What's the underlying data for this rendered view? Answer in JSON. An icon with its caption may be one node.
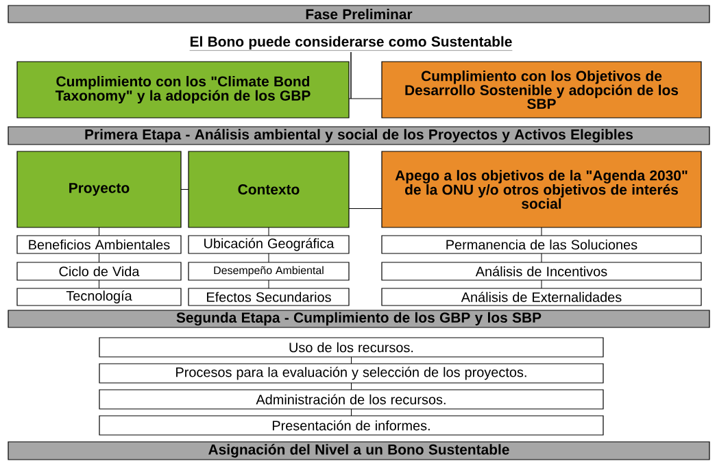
{
  "diagram": {
    "nodes": [
      {
        "text": [
          "Fase Preliminar"
        ]
      },
      {
        "text": [
          "El Bono puede considerarse como Sustentable"
        ]
      },
      {
        "text": [
          "Cumplimiento con los \"Climate Bond Taxonomy\" y la adopción de los GBP"
        ]
      },
      {
        "text": [
          "Cumplimiento con los Objetivos de Desarrollo Sostenible y adopción de los SBP"
        ]
      },
      {
        "text": [
          "Primera Etapa - Análisis ambiental y social de los Proyectos y Activos Elegibles"
        ]
      },
      {
        "text": [
          "Proyecto"
        ]
      },
      {
        "text": [
          "Contexto"
        ]
      },
      {
        "text": [
          "Apego a los objetivos de la \"Agenda 2030\" de la ONU y/o otros objetivos de interés social"
        ]
      },
      {
        "text": [
          "Beneficios Ambientales"
        ]
      },
      {
        "text": [
          "Ciclo de Vida"
        ]
      },
      {
        "text": [
          "Tecnología"
        ]
      },
      {
        "text": [
          "Ubicación Geográfica"
        ]
      },
      {
        "text": [
          "Desempeño Ambiental"
        ]
      },
      {
        "text": [
          "Efectos Secundarios"
        ]
      },
      {
        "text": [
          "Permanencia de las Soluciones"
        ]
      },
      {
        "text": [
          "Análisis de Incentivos"
        ]
      },
      {
        "text": [
          "Análisis de Externalidades"
        ]
      },
      {
        "text": [
          "Segunda Etapa - Cumplimiento de los GBP y los SBP"
        ]
      },
      {
        "text": [
          "Uso de los recursos."
        ]
      },
      {
        "text": [
          "Procesos para la evaluación y selección de los proyectos."
        ]
      },
      {
        "text": [
          "Administración de los recursos."
        ]
      },
      {
        "text": [
          "Presentación de informes."
        ]
      },
      {
        "text": [
          "Asignación del Nivel a un Bono Sustentable"
        ]
      }
    ],
    "edges": [
      {
        "from": 1,
        "to": 2,
        "arrow": "none"
      },
      {
        "from": 1,
        "to": 3,
        "arrow": "none"
      },
      {
        "from": 5,
        "to": 6,
        "arrow": "none"
      },
      {
        "from": 6,
        "to": 7,
        "arrow": "none"
      },
      {
        "from": 5,
        "to": 8,
        "arrow": "none"
      },
      {
        "from": 8,
        "to": 9,
        "arrow": "none"
      },
      {
        "from": 9,
        "to": 10,
        "arrow": "none"
      },
      {
        "from": 6,
        "to": 11,
        "arrow": "none"
      },
      {
        "from": 11,
        "to": 12,
        "arrow": "none"
      },
      {
        "from": 12,
        "to": 13,
        "arrow": "none"
      },
      {
        "from": 7,
        "to": 14,
        "arrow": "none"
      },
      {
        "from": 14,
        "to": 15,
        "arrow": "none"
      },
      {
        "from": 15,
        "to": 16,
        "arrow": "none"
      },
      {
        "from": 18,
        "to": 19,
        "arrow": "none"
      },
      {
        "from": 19,
        "to": 20,
        "arrow": "none"
      },
      {
        "from": 20,
        "to": 21,
        "arrow": "none"
      }
    ]
  }
}
